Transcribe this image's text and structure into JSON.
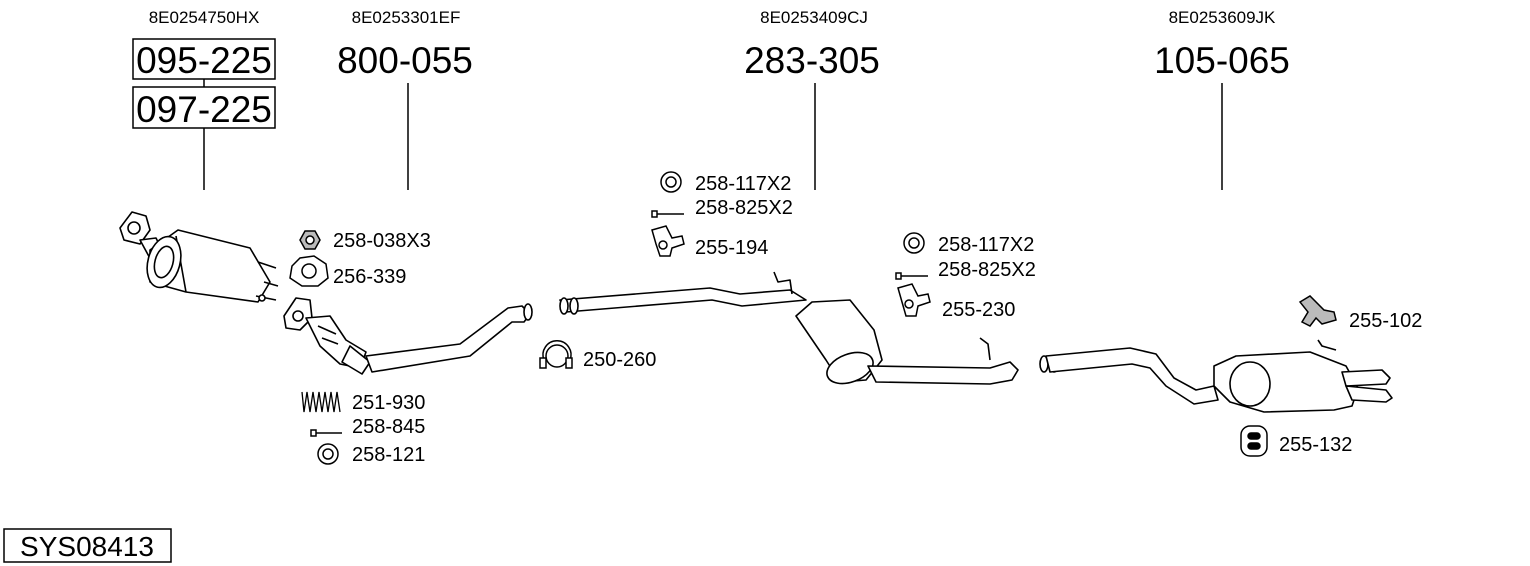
{
  "assemblies": [
    {
      "oem": "8E0254750HX",
      "parts": [
        "095-225",
        "097-225"
      ]
    },
    {
      "oem": "8E0253301EF",
      "parts": [
        "800-055"
      ]
    },
    {
      "oem": "8E0253409CJ",
      "parts": [
        "283-305"
      ]
    },
    {
      "oem": "8E0253609JK",
      "parts": [
        "105-065"
      ]
    }
  ],
  "accessories": [
    {
      "label": "258-038X3",
      "icon": "nut-icon"
    },
    {
      "label": "256-339",
      "icon": "gasket-icon"
    },
    {
      "label": "251-930",
      "icon": "spring-icon"
    },
    {
      "label": "258-845",
      "icon": "bolt-icon"
    },
    {
      "label": "258-121",
      "icon": "ring-icon"
    },
    {
      "label": "250-260",
      "icon": "clamp-icon"
    },
    {
      "label": "258-117X2",
      "icon": "ring-icon"
    },
    {
      "label": "258-825X2",
      "icon": "bolt-icon"
    },
    {
      "label": "255-194",
      "icon": "hanger-icon"
    },
    {
      "label": "258-117X2",
      "icon": "ring-icon"
    },
    {
      "label": "258-825X2",
      "icon": "bolt-icon"
    },
    {
      "label": "255-230",
      "icon": "hanger-icon"
    },
    {
      "label": "255-102",
      "icon": "bracket-icon"
    },
    {
      "label": "255-132",
      "icon": "rubber-mount-icon"
    }
  ],
  "system_code": "SYS08413"
}
